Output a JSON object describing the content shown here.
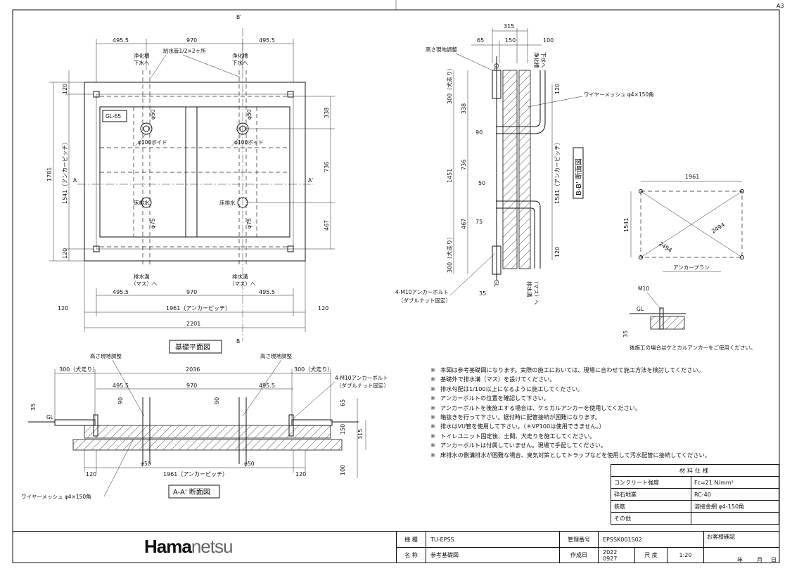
{
  "sheet_size": "A3",
  "plan": {
    "section_marker": "B",
    "section_marker_2": "B'",
    "dim_top": [
      "495.5",
      "970",
      "495.5"
    ],
    "dim_left_total": "1781",
    "dim_left_pitch": "1541（アンカーピッチ）",
    "dim_left_120_top": "120",
    "dim_left_120_bot": "120",
    "dim_right": [
      "338",
      "736",
      "467"
    ],
    "label_water_supply": "給水管1/2×2ヶ所",
    "label_septic_1": "浄化槽\n下水へ",
    "label_gl": "GL-65",
    "label_phi50": "φ50",
    "label_void": "φ100ボイド",
    "label_floor_drain": "床排水",
    "label_phi75": "φ75",
    "label_drain_ditch": "排水溝\n（マス）へ",
    "marker_a": "A",
    "marker_a2": "A'",
    "dim_bottom": [
      "495.5",
      "970",
      "495.5"
    ],
    "dim_pitch": "1961（アンカーピッチ）",
    "dim_120": "120",
    "dim_total": "2201",
    "title": "基礎平面図"
  },
  "section_aa": {
    "label_height_adj": "高さ現地調整",
    "dim_top": [
      "300（犬走り）",
      "2036",
      "300（犬走り）"
    ],
    "dim_mid": [
      "495.5",
      "970",
      "495.5"
    ],
    "dim_90": "90",
    "dim_35": "35",
    "dim_65": "65",
    "dim_150": "150",
    "dim_315": "315",
    "dim_100": "100",
    "label_gl": "GL",
    "label_phi50": "φ50",
    "label_anchor": "4-M10アンカーボルト\n（ダブルナット固定）",
    "dim_pitch": "1961（アンカーピッチ）",
    "dim_120": "120",
    "label_mesh": "ワイヤーメッシュ φ4×150角",
    "title": "A-A' 断面図"
  },
  "section_bb": {
    "dim_top": [
      "315",
      "65",
      "150",
      "100"
    ],
    "label_height_adj": "高さ現地調整",
    "label_septic": "浄化槽\n下水へ",
    "label_mesh": "ワイヤーメッシュ φ4×150角",
    "dim_left": [
      "300（犬走り）",
      "338",
      "90",
      "1451",
      "736",
      "50",
      "467",
      "75",
      "300（犬走り）"
    ],
    "dim_right_pitch": "1541（アンカーピッチ）",
    "dim_120": "120",
    "label_anchor": "4-M10アンカーボルト\n（ダブルナット固定）",
    "dim_35": "35",
    "label_gl": "GL",
    "label_drain": "排水溝\n（マス）へ",
    "title": "B-B' 断面図"
  },
  "anchor_plan": {
    "dim_w": "1961",
    "dim_h": "1541",
    "diag_1": "2494",
    "diag_2": "2494",
    "title": "アンカープラン"
  },
  "detail": {
    "label_m10": "M10",
    "label_gl": "GL",
    "dim_35": "35",
    "note": "後施工の場合はケミカルアンカーをご使用ください。"
  },
  "notes": [
    "本図は参考基礎図になります。実際の施工においては、現場に合わせて施工方法を検討してください。",
    "基礎外で排水溝（マス）を設けてください。",
    "排水勾配は1/100以上になるように施工してください。",
    "アンカーボルトの位置を確認して下さい。",
    "アンカーボルトを後施工する場合は、ケミカルアンカーを使用してください。",
    "箱抜きを行って下さい。据付時に配管接続が困難になります。",
    "排水はVU管を使用して下さい。（＊VP100は使用できません。）",
    "トイレユニット固定後、土間、犬走りを施工してください。",
    "アンカーボルトは付属していません。現場で手配してください。",
    "床排水の側溝排水が困難な場合、臭気対策としてトラップなどを使用して汚水配管に接続してください。"
  ],
  "note_mark": "※",
  "materials": {
    "header": "材料仕様",
    "rows": [
      {
        "k": "コンクリート強度",
        "v": "Fc=21 N/mm²"
      },
      {
        "k": "砕石地業",
        "v": "RC-40"
      },
      {
        "k": "鉄筋",
        "v": "溶接金網 φ4-150角"
      },
      {
        "k": "その他",
        "v": ""
      }
    ]
  },
  "title_block": {
    "logo_a": "Hama",
    "logo_b": "netsu",
    "model_label": "機 種",
    "model_value": "TU-EPSS",
    "name_label": "名 称",
    "name_value": "参考基礎図",
    "mgmt_label": "管理番号",
    "mgmt_value": "EPSSK001S02",
    "date_label": "作成日",
    "date_value": "2022\n0927",
    "scale_label": "尺 度",
    "scale_value": "1:20",
    "customer_label": "お客様確認",
    "year": "年",
    "month": "月",
    "day": "日"
  }
}
